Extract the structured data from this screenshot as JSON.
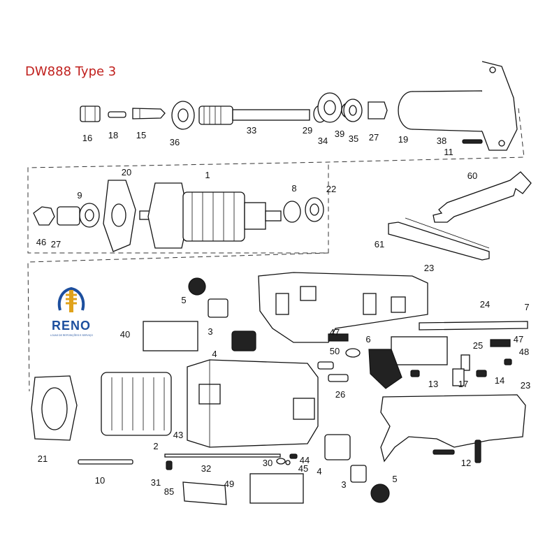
{
  "title": "DW888 Type 3",
  "logo": {
    "name": "RENO",
    "tagline": "LOJAS DE REPOSIÇÕES E SERVIÇO"
  },
  "colors": {
    "title": "#c0201d",
    "logo_blue": "#1d4f9e",
    "logo_gold": "#e0a21b"
  },
  "callouts": [
    "16",
    "18",
    "15",
    "36",
    "33",
    "29",
    "34",
    "39",
    "35",
    "27",
    "19",
    "38",
    "11",
    "20",
    "1",
    "9",
    "8",
    "22",
    "46",
    "27",
    "60",
    "61",
    "23",
    "24",
    "7",
    "5",
    "3",
    "40",
    "47",
    "4",
    "50",
    "6",
    "47",
    "25",
    "48",
    "13",
    "17",
    "14",
    "26",
    "23",
    "21",
    "2",
    "43",
    "32",
    "30",
    "44",
    "45",
    "4",
    "12",
    "10",
    "31",
    "85",
    "49",
    "3",
    "5"
  ]
}
